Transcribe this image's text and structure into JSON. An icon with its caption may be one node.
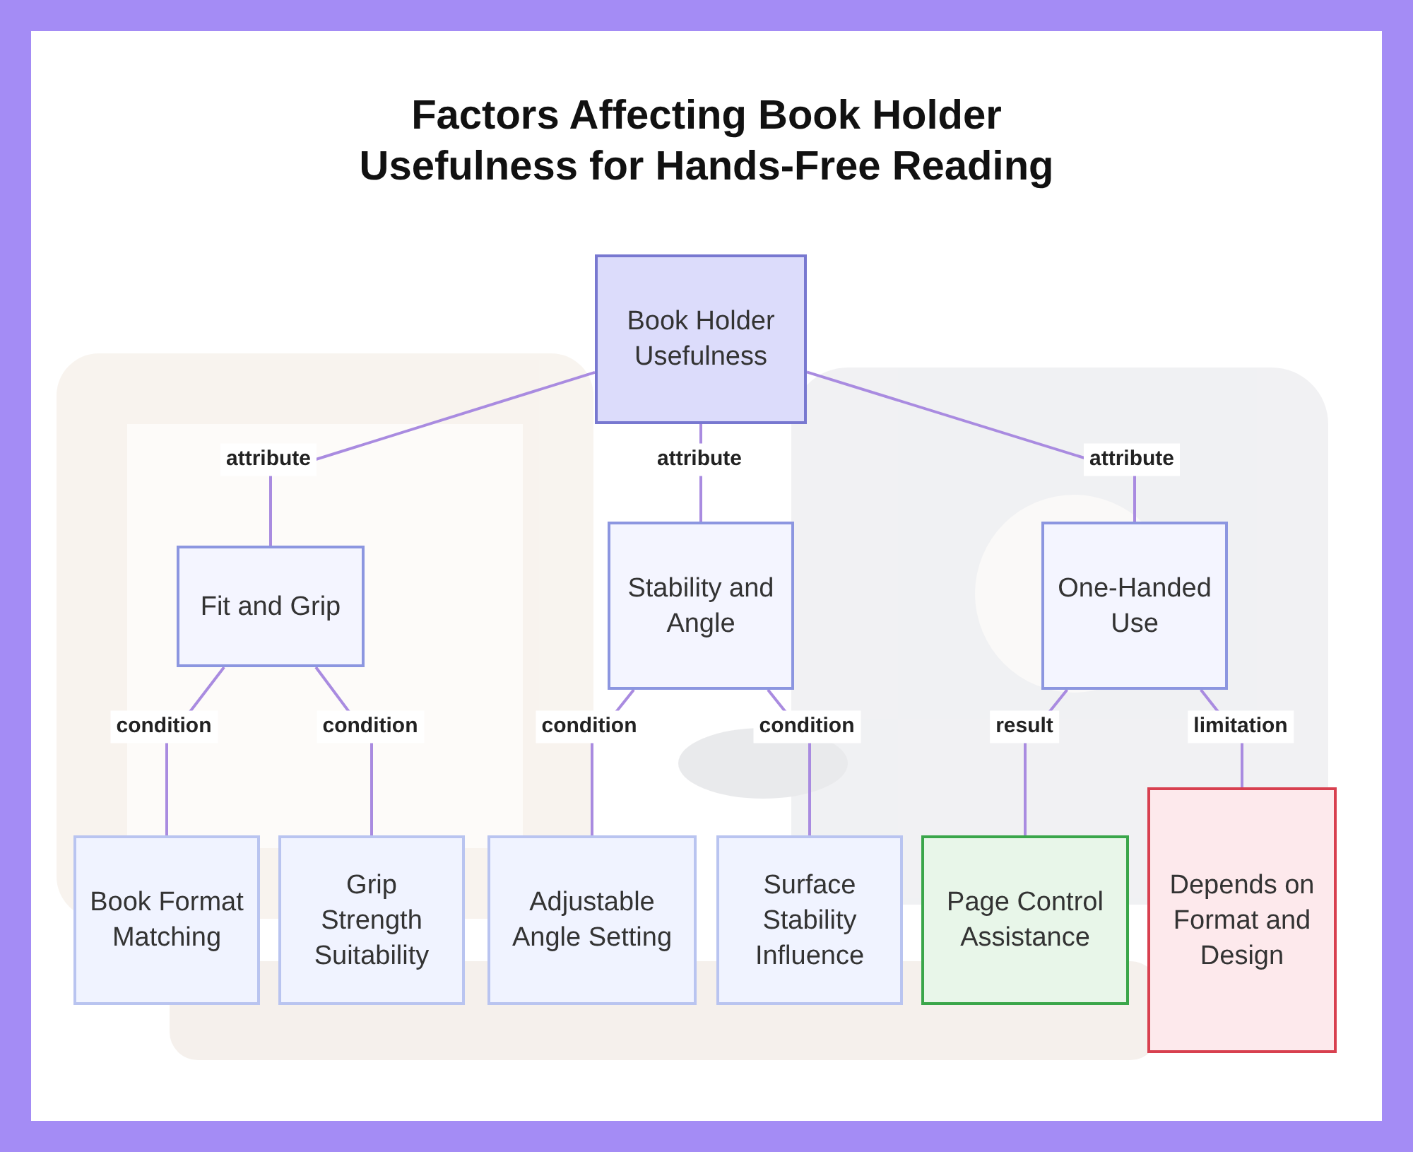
{
  "diagram": {
    "title": "Factors Affecting Book Holder Usefulness for Hands-Free Reading",
    "nodes": [
      {
        "text": [
          "Book Holder Usefulness"
        ]
      },
      {
        "text": [
          "Fit and Grip"
        ]
      },
      {
        "text": [
          "Stability and Angle"
        ]
      },
      {
        "text": [
          "One-Handed Use"
        ]
      },
      {
        "text": [
          "Book Format Matching"
        ]
      },
      {
        "text": [
          "Grip Strength Suitability"
        ]
      },
      {
        "text": [
          "Adjustable Angle Setting"
        ]
      },
      {
        "text": [
          "Surface Stability Influence"
        ]
      },
      {
        "text": [
          "Page Control Assistance"
        ]
      },
      {
        "text": [
          "Depends on Format and Design"
        ]
      }
    ],
    "edges": [
      {
        "from": 0,
        "to": 1,
        "arrow": "none",
        "label": "attribute"
      },
      {
        "from": 0,
        "to": 2,
        "arrow": "none",
        "label": "attribute"
      },
      {
        "from": 0,
        "to": 3,
        "arrow": "none",
        "label": "attribute"
      },
      {
        "from": 1,
        "to": 4,
        "arrow": "none",
        "label": "condition"
      },
      {
        "from": 1,
        "to": 5,
        "arrow": "none",
        "label": "condition"
      },
      {
        "from": 2,
        "to": 6,
        "arrow": "none",
        "label": "condition"
      },
      {
        "from": 2,
        "to": 7,
        "arrow": "none",
        "label": "condition"
      },
      {
        "from": 3,
        "to": 8,
        "arrow": "none",
        "label": "result"
      },
      {
        "from": 3,
        "to": 9,
        "arrow": "none",
        "label": "limitation"
      }
    ]
  }
}
